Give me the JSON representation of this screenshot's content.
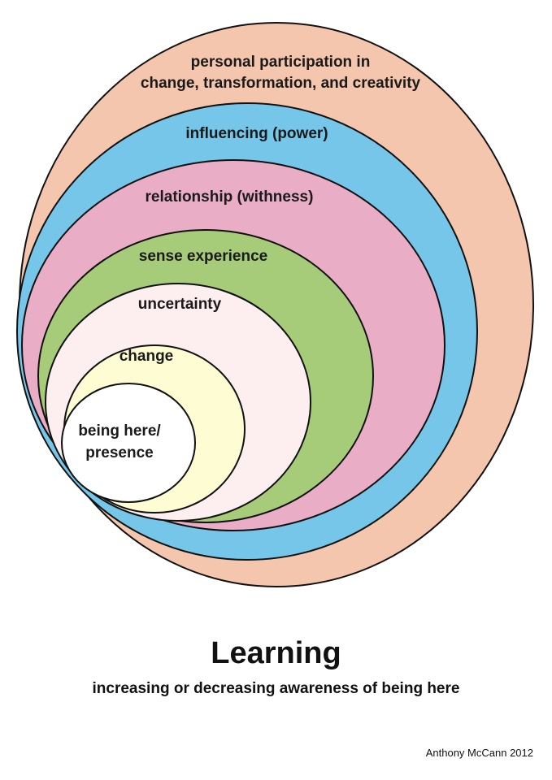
{
  "rings": [
    {
      "id": "participation",
      "lines": [
        "personal participation in",
        "change, transformation, and creativity"
      ],
      "color": "#f5c6ae"
    },
    {
      "id": "influencing",
      "lines": [
        "influencing (power)"
      ],
      "color": "#75c6e8"
    },
    {
      "id": "relationship",
      "lines": [
        "relationship (withness)"
      ],
      "color": "#e9aec5"
    },
    {
      "id": "sense",
      "lines": [
        "sense experience"
      ],
      "color": "#a6cb79"
    },
    {
      "id": "uncertainty",
      "lines": [
        "uncertainty"
      ],
      "color": "#fdeeef"
    },
    {
      "id": "change",
      "lines": [
        "change"
      ],
      "color": "#fdfcd2"
    },
    {
      "id": "presence",
      "lines": [
        "being here/",
        "presence"
      ],
      "color": "#ffffff"
    }
  ],
  "title": "Learning",
  "subtitle": "increasing or decreasing awareness of being here",
  "credit": "Anthony McCann 2012"
}
